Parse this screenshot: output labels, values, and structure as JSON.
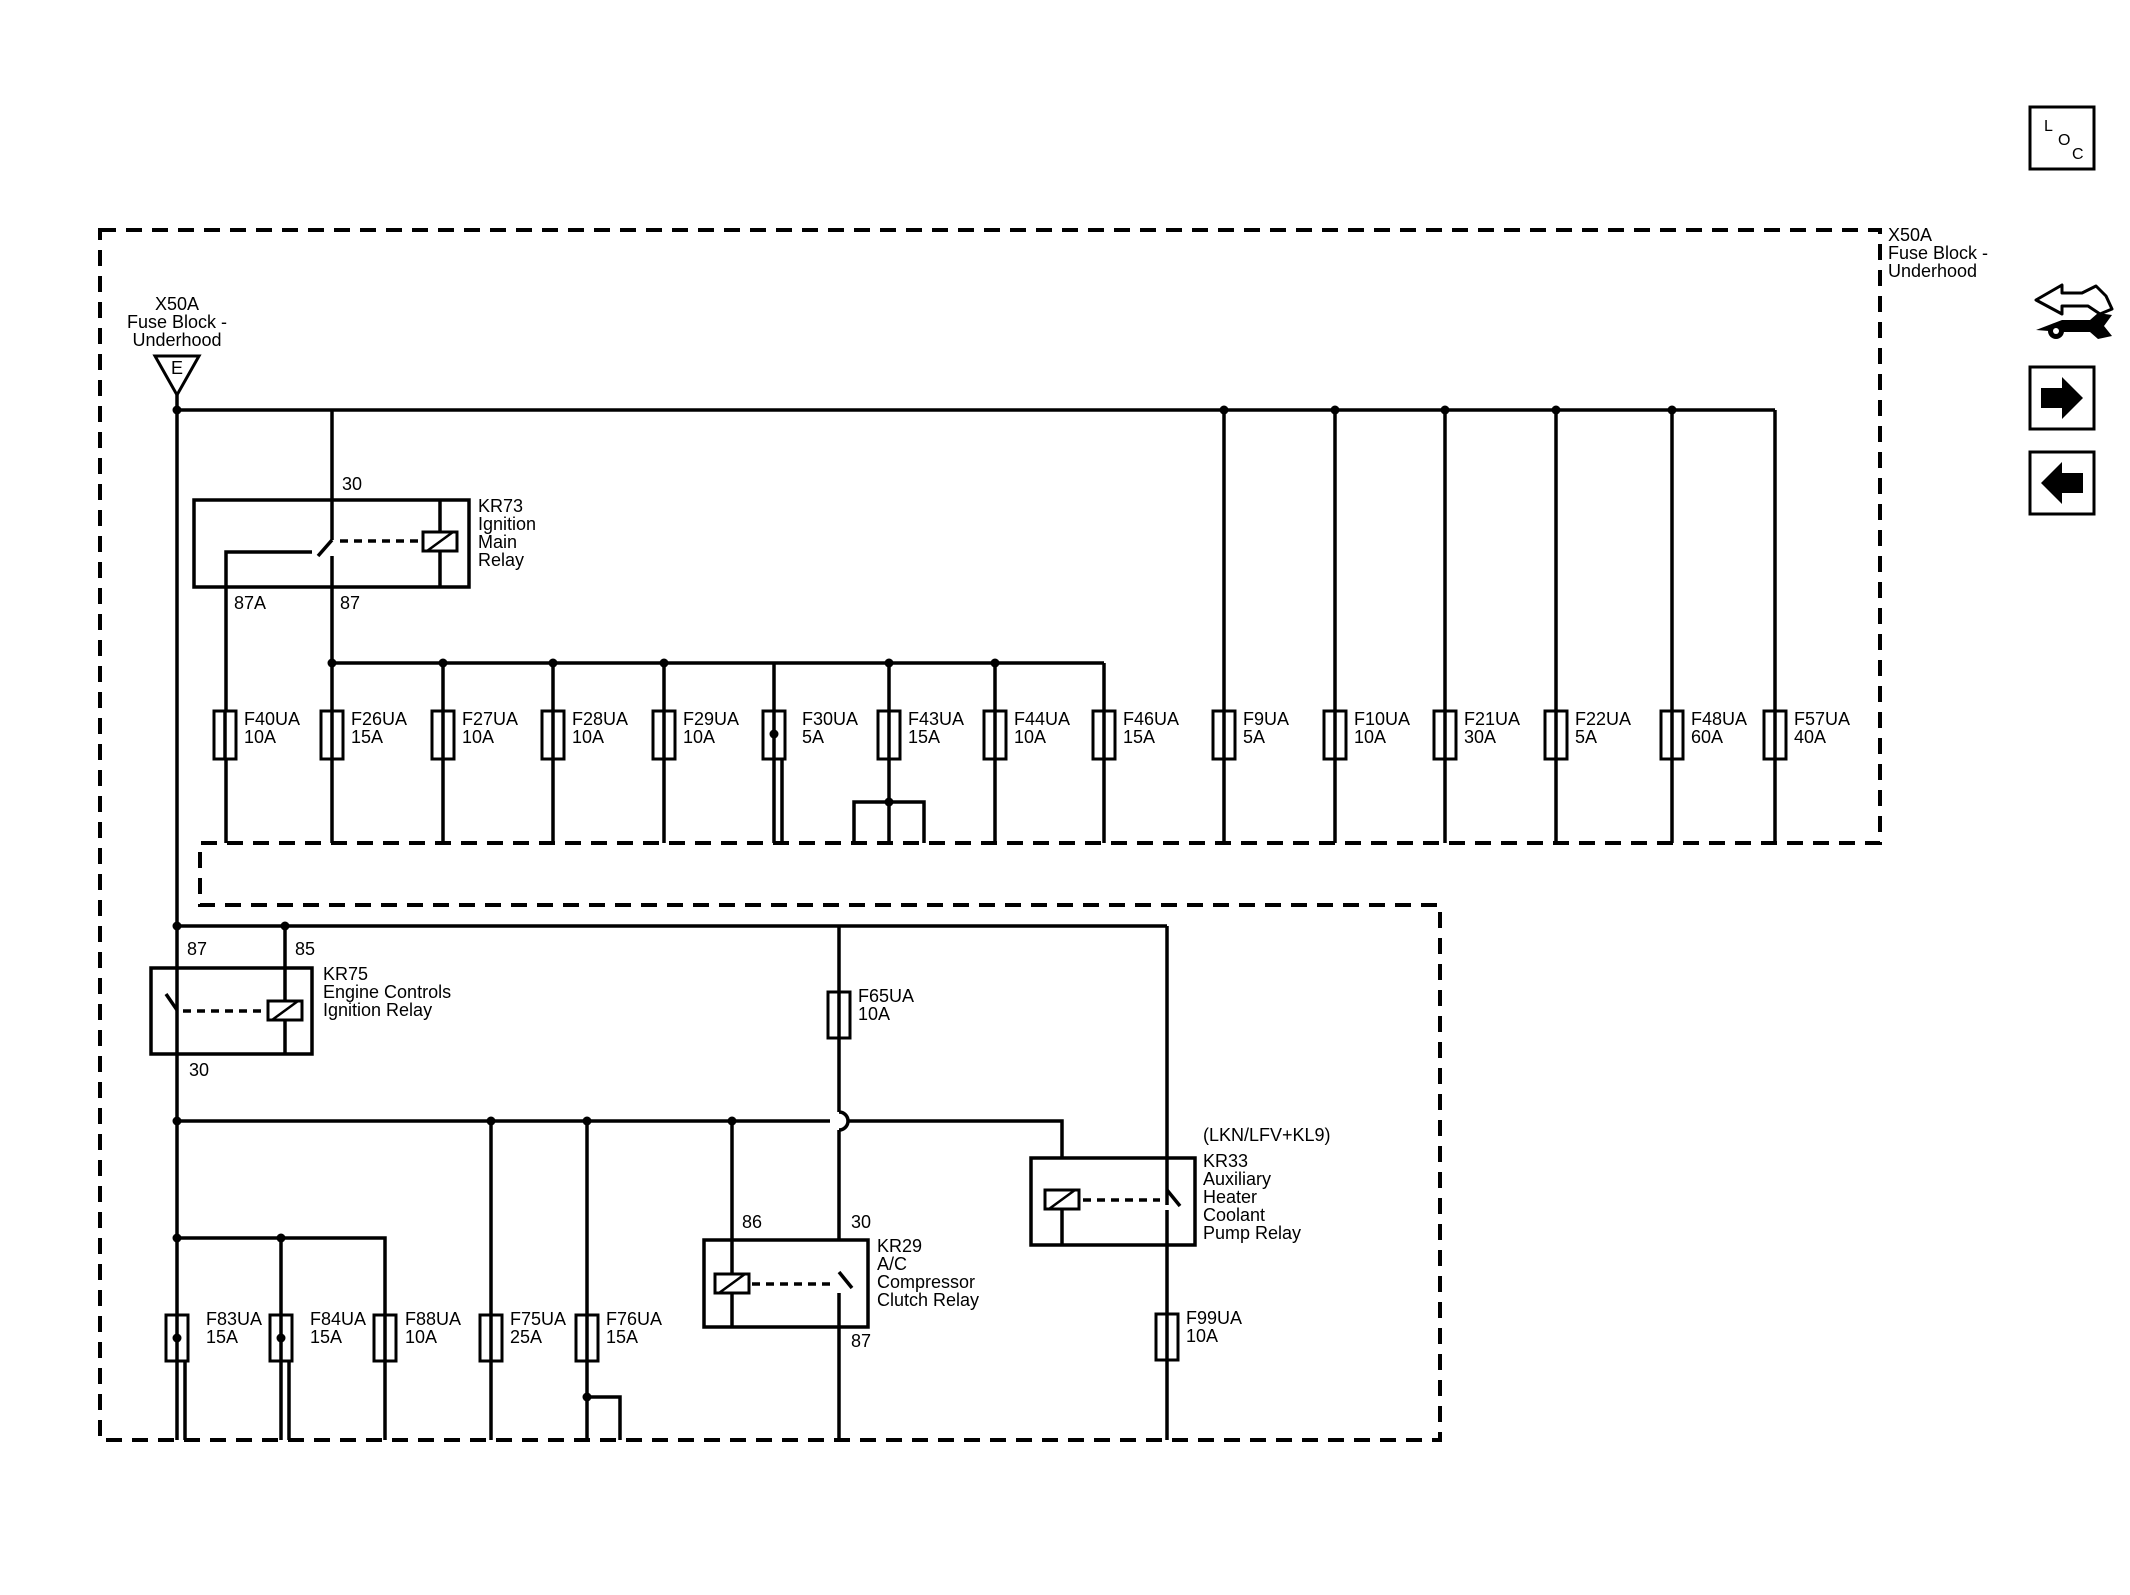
{
  "fuse_block": {
    "id": "X50A",
    "name_lines": [
      "Fuse Block -",
      "Underhood"
    ],
    "connector_letter": "E"
  },
  "nav_icons": {
    "loc": [
      "L",
      "O",
      "C"
    ],
    "items": [
      "loc-icon",
      "tool-arrows-icon",
      "arrow-right-icon",
      "arrow-left-icon"
    ]
  },
  "relays": {
    "kr73": {
      "id": "KR73",
      "name_lines": [
        "Ignition",
        "Main",
        "Relay"
      ],
      "pins": [
        "30",
        "87A",
        "87"
      ]
    },
    "kr75": {
      "id": "KR75",
      "name_lines": [
        "Engine Controls",
        "Ignition Relay"
      ],
      "pins": [
        "87",
        "85",
        "30"
      ]
    },
    "kr29": {
      "id": "KR29",
      "name_lines": [
        "A/C",
        "Compressor",
        "Clutch Relay"
      ],
      "pins": [
        "86",
        "30",
        "87"
      ]
    },
    "kr33": {
      "id": "KR33",
      "option": "(LKN/LFV+KL9)",
      "name_lines": [
        "Auxiliary",
        "Heater",
        "Coolant",
        "Pump Relay"
      ]
    }
  },
  "fuses": {
    "f40": {
      "id": "F40UA",
      "rating": "10A"
    },
    "f26": {
      "id": "F26UA",
      "rating": "15A"
    },
    "f27": {
      "id": "F27UA",
      "rating": "10A"
    },
    "f28": {
      "id": "F28UA",
      "rating": "10A"
    },
    "f29": {
      "id": "F29UA",
      "rating": "10A"
    },
    "f30": {
      "id": "F30UA",
      "rating": "5A"
    },
    "f43": {
      "id": "F43UA",
      "rating": "15A"
    },
    "f44": {
      "id": "F44UA",
      "rating": "10A"
    },
    "f46": {
      "id": "F46UA",
      "rating": "15A"
    },
    "f9": {
      "id": "F9UA",
      "rating": "5A"
    },
    "f10": {
      "id": "F10UA",
      "rating": "10A"
    },
    "f21": {
      "id": "F21UA",
      "rating": "30A"
    },
    "f22": {
      "id": "F22UA",
      "rating": "5A"
    },
    "f48": {
      "id": "F48UA",
      "rating": "60A"
    },
    "f57": {
      "id": "F57UA",
      "rating": "40A"
    },
    "f65": {
      "id": "F65UA",
      "rating": "10A"
    },
    "f83": {
      "id": "F83UA",
      "rating": "15A"
    },
    "f84": {
      "id": "F84UA",
      "rating": "15A"
    },
    "f88": {
      "id": "F88UA",
      "rating": "10A"
    },
    "f75": {
      "id": "F75UA",
      "rating": "25A"
    },
    "f76": {
      "id": "F76UA",
      "rating": "15A"
    },
    "f99": {
      "id": "F99UA",
      "rating": "10A"
    }
  }
}
